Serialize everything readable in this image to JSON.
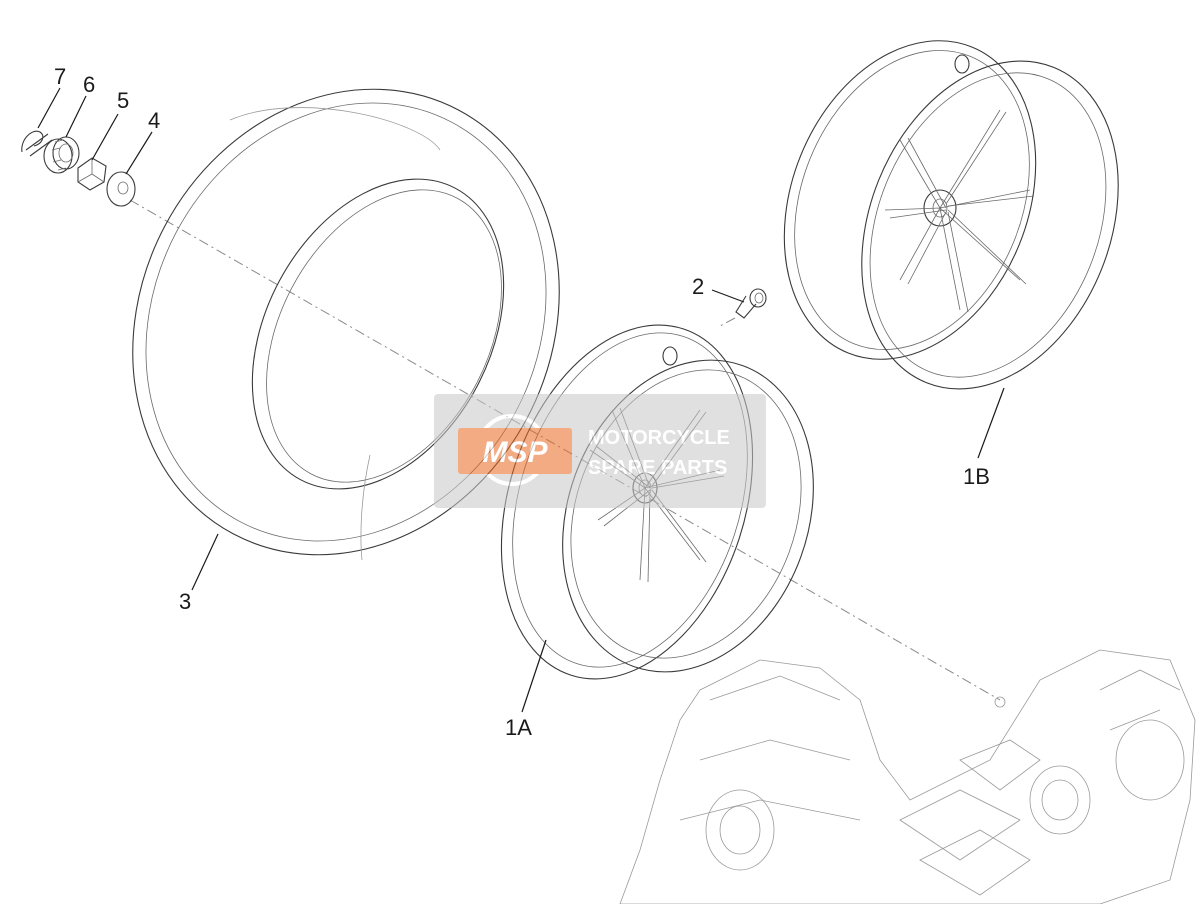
{
  "callouts": {
    "c7": "7",
    "c6": "6",
    "c5": "5",
    "c4": "4",
    "c3": "3",
    "c2": "2",
    "c1a": "1A",
    "c1b": "1B"
  },
  "watermark": {
    "logo": "MSP",
    "line1": "MOTORCYCLE",
    "line2": "SPARE PARTS",
    "logo_color": "#e8671f"
  }
}
